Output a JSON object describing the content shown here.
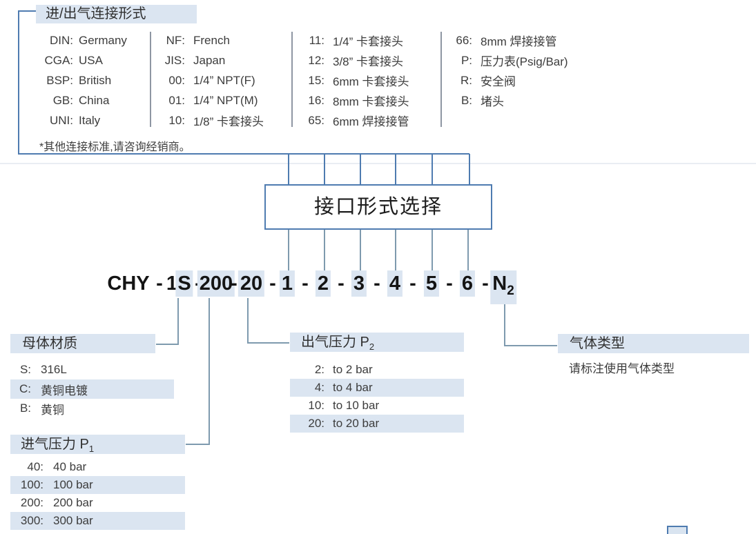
{
  "connection": {
    "header": "进/出气连接形式",
    "note": "*其他连接标准,请咨询经销商。",
    "columns": [
      {
        "items": [
          {
            "code": "DIN:",
            "label": "Germany"
          },
          {
            "code": "CGA:",
            "label": "USA"
          },
          {
            "code": "BSP:",
            "label": "British"
          },
          {
            "code": "GB:",
            "label": "China"
          },
          {
            "code": "UNI:",
            "label": "Italy"
          }
        ]
      },
      {
        "items": [
          {
            "code": "NF:",
            "label": "French"
          },
          {
            "code": "JIS:",
            "label": "Japan"
          },
          {
            "code": "00:",
            "label": "1/4” NPT(F)"
          },
          {
            "code": "01:",
            "label": "1/4” NPT(M)"
          },
          {
            "code": "10:",
            "label": "1/8”  卡套接头"
          }
        ]
      },
      {
        "items": [
          {
            "code": "11:",
            "label": "1/4”  卡套接头"
          },
          {
            "code": "12:",
            "label": "3/8”  卡套接头"
          },
          {
            "code": "15:",
            "label": "6mm 卡套接头"
          },
          {
            "code": "16:",
            "label": "8mm 卡套接头"
          },
          {
            "code": "65:",
            "label": "6mm 焊接接管"
          }
        ]
      },
      {
        "items": [
          {
            "code": "66:",
            "label": "8mm 焊接接管"
          },
          {
            "code": "P:",
            "label": "压力表(Psig/Bar)"
          },
          {
            "code": "R:",
            "label": "安全阀"
          },
          {
            "code": "B:",
            "label": "堵头"
          }
        ]
      }
    ]
  },
  "selector_box": {
    "label": "接口形式选择"
  },
  "order_code": {
    "tokens": [
      {
        "text": "CHY"
      },
      {
        "text": "-"
      },
      {
        "text": "1"
      },
      {
        "text": "S",
        "hl": true
      },
      {
        "text": "-"
      },
      {
        "text": "200",
        "hl": true
      },
      {
        "text": "-"
      },
      {
        "text": "20",
        "hl": true
      },
      {
        "text": "-"
      },
      {
        "text": "1",
        "hl": true
      },
      {
        "text": "-"
      },
      {
        "text": "2",
        "hl": true
      },
      {
        "text": "-"
      },
      {
        "text": "3",
        "hl": true
      },
      {
        "text": "-"
      },
      {
        "text": "4",
        "hl": true
      },
      {
        "text": "-"
      },
      {
        "text": "5",
        "hl": true
      },
      {
        "text": "-"
      },
      {
        "text": "6",
        "hl": true
      },
      {
        "text": "-"
      },
      {
        "text": "N",
        "sub": "2",
        "hl": true
      }
    ]
  },
  "sections": {
    "material": {
      "header": "母体材质",
      "items": [
        {
          "code": "S:",
          "label": "316L"
        },
        {
          "code": "C:",
          "label": "黄铜电镀",
          "hl": true
        },
        {
          "code": "B:",
          "label": "黄铜"
        }
      ]
    },
    "inlet_pressure": {
      "header_main": "进气压力 P",
      "header_sub": "1",
      "items": [
        {
          "code": "40:",
          "label": "40 bar"
        },
        {
          "code": "100:",
          "label": "100 bar",
          "hl": true
        },
        {
          "code": "200:",
          "label": "200 bar"
        },
        {
          "code": "300:",
          "label": "300 bar",
          "hl": true
        }
      ]
    },
    "outlet_pressure": {
      "header_main": "出气压力 P",
      "header_sub": "2",
      "items": [
        {
          "code": "2:",
          "label": "to 2 bar"
        },
        {
          "code": "4:",
          "label": "to 4 bar",
          "hl": true
        },
        {
          "code": "10:",
          "label": "to 10 bar"
        },
        {
          "code": "20:",
          "label": "to 20 bar",
          "hl": true
        }
      ]
    },
    "gas_type": {
      "header": "气体类型",
      "note": "请标注使用气体类型"
    }
  }
}
